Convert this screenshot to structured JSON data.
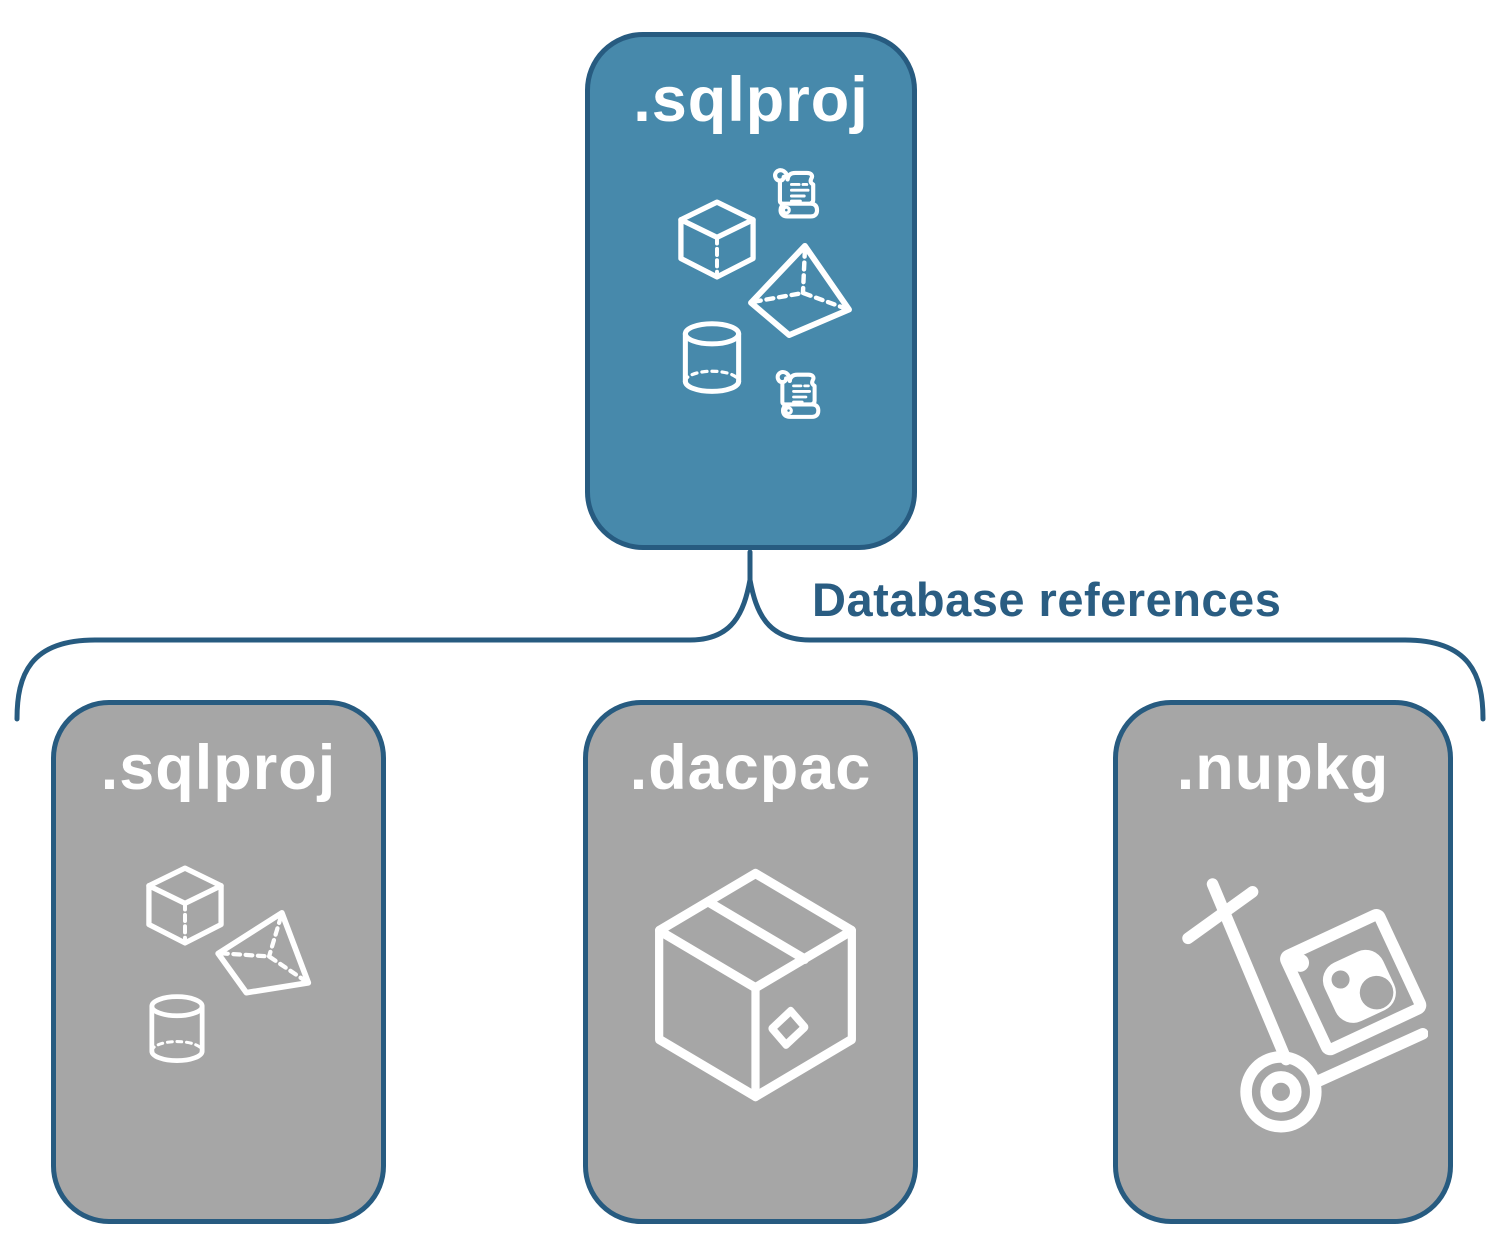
{
  "colors": {
    "accent_blue": "#4789ab",
    "dark_blue": "#275b80",
    "label_blue": "#2a5d82",
    "card_gray": "#a6a6a6",
    "icon_white": "#ffffff",
    "background": "#ffffff"
  },
  "connector": {
    "label": "Database references"
  },
  "nodes": {
    "root": {
      "label": ".sqlproj",
      "icons": [
        "cube-icon",
        "scroll-icon",
        "pyramid-icon",
        "cylinder-icon",
        "scroll-icon"
      ]
    },
    "children": [
      {
        "label": ".sqlproj",
        "icons": [
          "cube-icon",
          "pyramid-icon",
          "cylinder-icon"
        ]
      },
      {
        "label": ".dacpac",
        "icons": [
          "package-box-icon"
        ]
      },
      {
        "label": ".nupkg",
        "icons": [
          "nuget-handtruck-icon"
        ]
      }
    ]
  }
}
